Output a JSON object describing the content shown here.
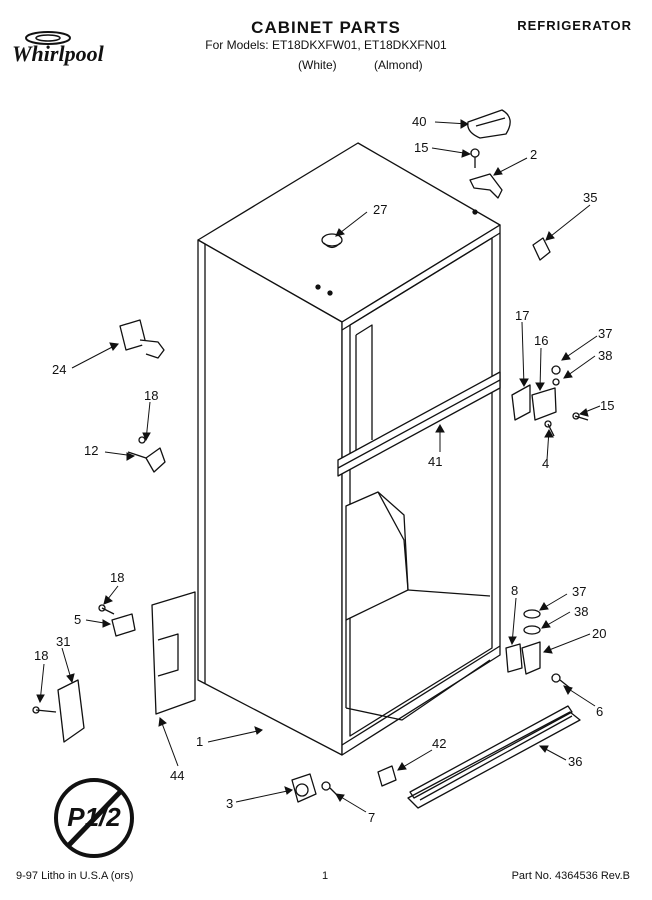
{
  "header": {
    "brand": "Whirlpool",
    "title": "CABINET PARTS",
    "category": "REFRIGERATOR",
    "models_line": "For Models: ET18DKXFW01, ET18DKXFN01",
    "color_white": "(White)",
    "color_almond": "(Almond)"
  },
  "callouts": [
    "40",
    "15",
    "2",
    "35",
    "27",
    "24",
    "17",
    "16",
    "37",
    "38",
    "15",
    "18",
    "12",
    "41",
    "4",
    "18",
    "5",
    "31",
    "18",
    "8",
    "37",
    "38",
    "20",
    "6",
    "1",
    "44",
    "42",
    "36",
    "3",
    "7"
  ],
  "badge": "P1/2",
  "footer": {
    "litho": "9-97 Litho in U.S.A (ors)",
    "page": "1",
    "part_no": "Part No. 4364536 Rev.B"
  }
}
